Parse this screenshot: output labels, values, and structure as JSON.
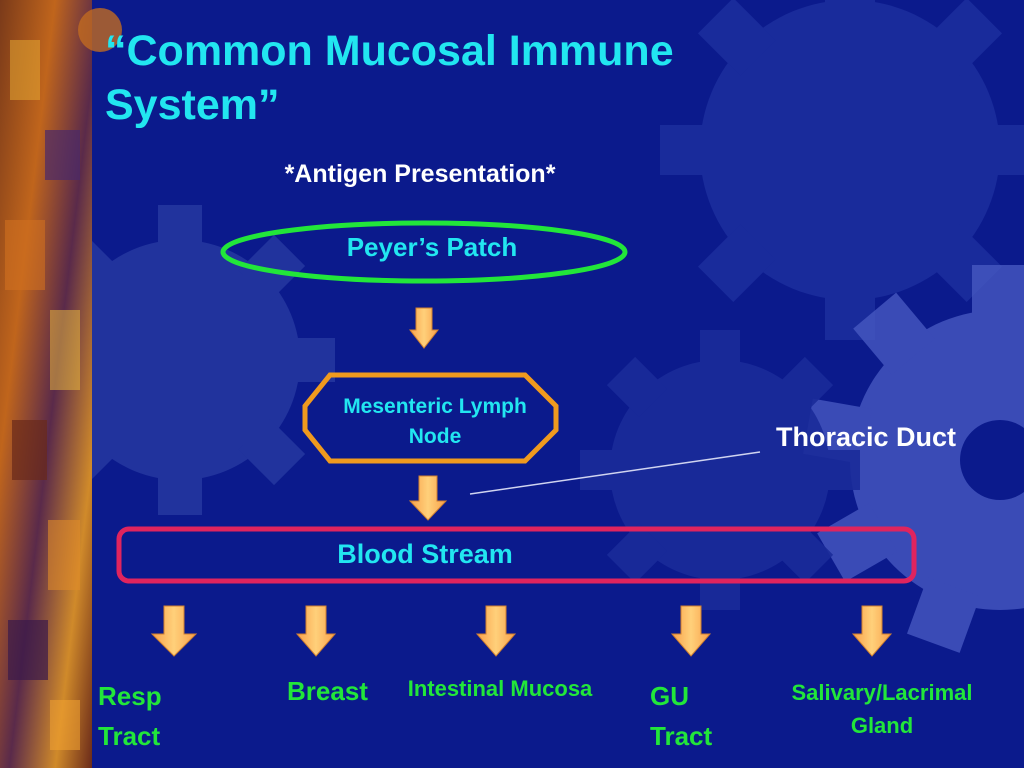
{
  "slide": {
    "title": "“Common Mucosal Immune System”",
    "subtitle": "*Antigen Presentation*"
  },
  "flow": {
    "peyer": "Peyer’s Patch",
    "mesenteric": "Mesenteric Lymph Node",
    "thoracic": "Thoracic Duct",
    "blood": "Blood Stream"
  },
  "destinations": {
    "resp": " Resp\nTract",
    "breast": "Breast",
    "intestinal": "Intestinal Mucosa",
    "gu": "GU\nTract",
    "salivary": "Salivary/Lacrimal\nGland"
  },
  "colors": {
    "background": "#0b1a8c",
    "title": "#22e6f0",
    "destination_text": "#22e63a",
    "oval_border": "#22e63a",
    "octagon_border": "#f09a1e",
    "blood_border": "#e0245e",
    "arrow": "#f9a04a"
  }
}
